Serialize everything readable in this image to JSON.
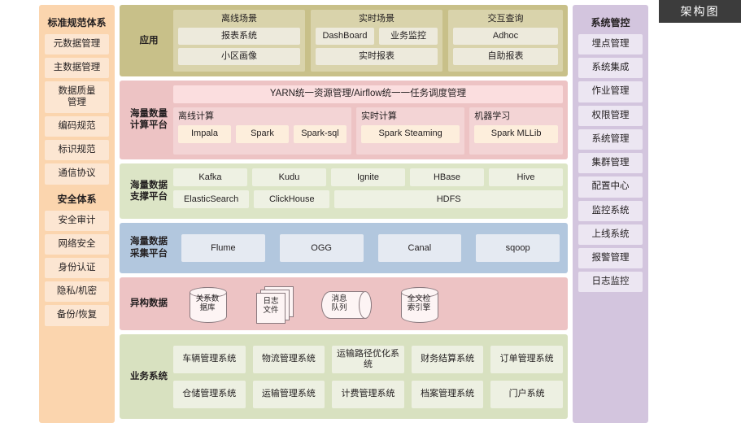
{
  "badge": {
    "label": "架构图"
  },
  "left_column": {
    "sections": [
      {
        "title": "标准规范体系",
        "items": [
          "元数据管理",
          "主数据管理",
          "数据质量\n管理",
          "编码规范",
          "标识规范",
          "通信协议"
        ]
      },
      {
        "title": "安全体系",
        "items": [
          "安全审计",
          "网络安全",
          "身份认证",
          "隐私/机密",
          "备份/恢复"
        ]
      }
    ]
  },
  "right_column": {
    "title": "系统管控",
    "items": [
      "埋点管理",
      "系统集成",
      "作业管理",
      "权限管理",
      "系统管理",
      "集群管理",
      "配置中心",
      "监控系统",
      "上线系统",
      "报警管理",
      "日志监控"
    ]
  },
  "bands": {
    "app": {
      "label": "应用",
      "groups": [
        {
          "title": "离线场景",
          "rows": [
            [
              "报表系统"
            ],
            [
              "小区画像"
            ]
          ]
        },
        {
          "title": "实时场景",
          "rows": [
            [
              "DashBoard",
              "业务监控"
            ],
            [
              "实时报表"
            ]
          ]
        },
        {
          "title": "交互查询",
          "rows": [
            [
              "Adhoc"
            ],
            [
              "自助报表"
            ]
          ]
        }
      ]
    },
    "compute": {
      "label": "海量数量\n计算平台",
      "banner": "YARN统一资源管理/Airflow统一一任务调度管理",
      "groups": [
        {
          "title": "离线计算",
          "items": [
            "Impala",
            "Spark",
            "Spark-sql"
          ]
        },
        {
          "title": "实时计算",
          "items": [
            "Spark Steaming"
          ]
        },
        {
          "title": "机器学习",
          "items": [
            "Spark MLLib"
          ]
        }
      ]
    },
    "support": {
      "label": "海量数据\n支撑平台",
      "row1": [
        "Kafka",
        "Kudu",
        "Ignite",
        "HBase",
        "Hive"
      ],
      "row2": [
        "ElasticSearch",
        "ClickHouse",
        "HDFS"
      ]
    },
    "collect": {
      "label": "海量数据\n采集平台",
      "items": [
        "Flume",
        "OGG",
        "Canal",
        "sqoop"
      ]
    },
    "hetero": {
      "label": "异构数据",
      "items": [
        {
          "name": "关系数\n据库",
          "icon": "database-cylinder-icon"
        },
        {
          "name": "日志\n文件",
          "icon": "stacked-documents-icon"
        },
        {
          "name": "消息\n队列",
          "icon": "message-queue-icon"
        },
        {
          "name": "全文检\n索引擎",
          "icon": "search-index-cylinder-icon"
        }
      ]
    },
    "biz": {
      "label": "业务系统",
      "row1": [
        "车辆管理系统",
        "物流管理系统",
        "运输路径优化系统",
        "财务结算系统",
        "订单管理系统"
      ],
      "row2": [
        "仓储管理系统",
        "运输管理系统",
        "计费管理系统",
        "档案管理系统",
        "门户系统"
      ]
    }
  },
  "colors": {
    "badge_bg": "#3c3c3c",
    "left_col_bg": "#fbd5ae",
    "right_col_bg": "#d3c5de",
    "app_bg": "#c8c089",
    "compute_bg": "#edc3c4",
    "support_bg": "#dce5c6",
    "collect_bg": "#b2c7de",
    "hetero_bg": "#edc3c4",
    "biz_bg": "#d8e1c0"
  }
}
